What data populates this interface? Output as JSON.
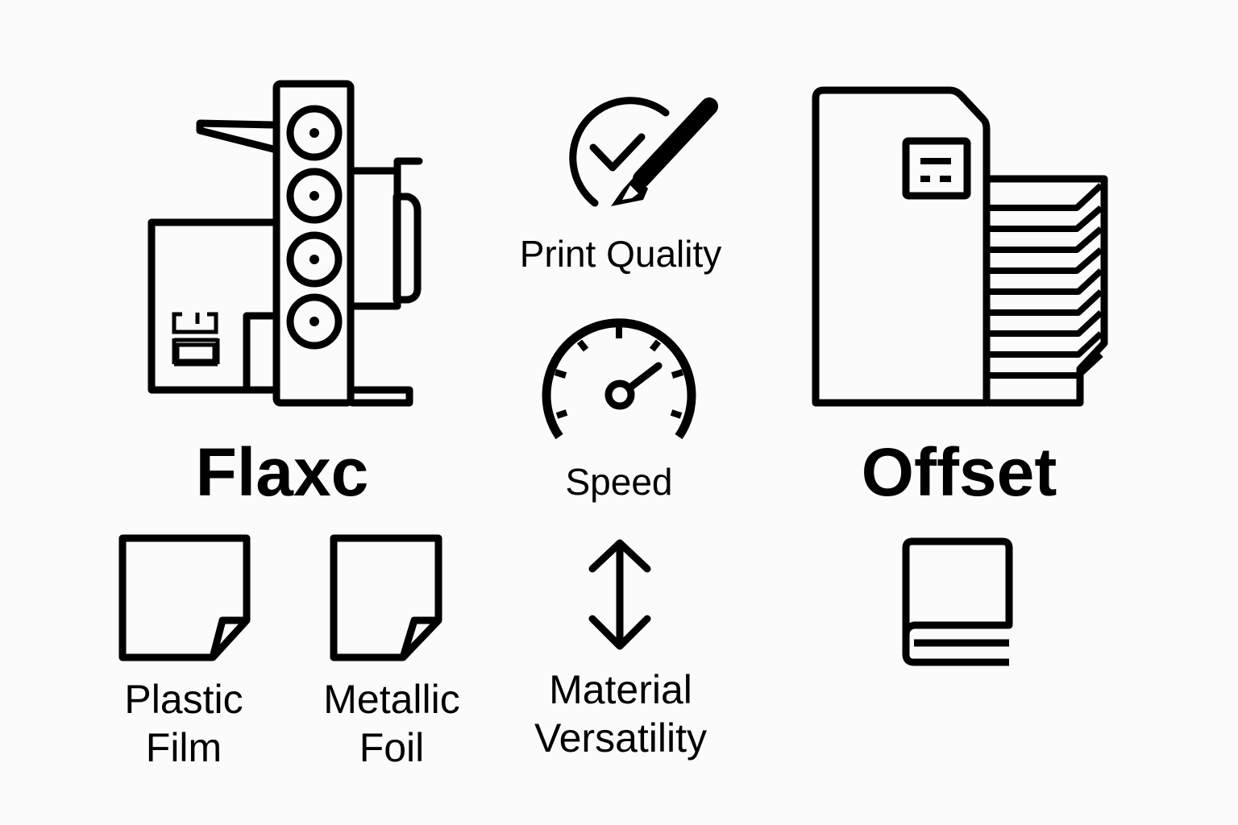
{
  "left_column": {
    "title": "Flaxc",
    "icon": "flexo-press-icon",
    "materials": [
      {
        "icon": "sheet-curled-corner-icon",
        "line1": "Plastic",
        "line2": "Film"
      },
      {
        "icon": "sheet-curled-corner-icon",
        "line1": "Metallic",
        "line2": "Foil"
      }
    ]
  },
  "center_column": {
    "features": [
      {
        "icon": "check-pen-icon",
        "label": "Print Quality"
      },
      {
        "icon": "speedometer-icon",
        "label": "Speed"
      },
      {
        "icon": "vertical-arrow-icon",
        "line1": "Material",
        "line2": "Versatility"
      }
    ]
  },
  "right_column": {
    "title": "Offset",
    "icon": "offset-press-icon",
    "materials": [
      {
        "icon": "book-icon"
      }
    ]
  },
  "colors": {
    "background": "#fbfbfb",
    "stroke": "#000000"
  }
}
